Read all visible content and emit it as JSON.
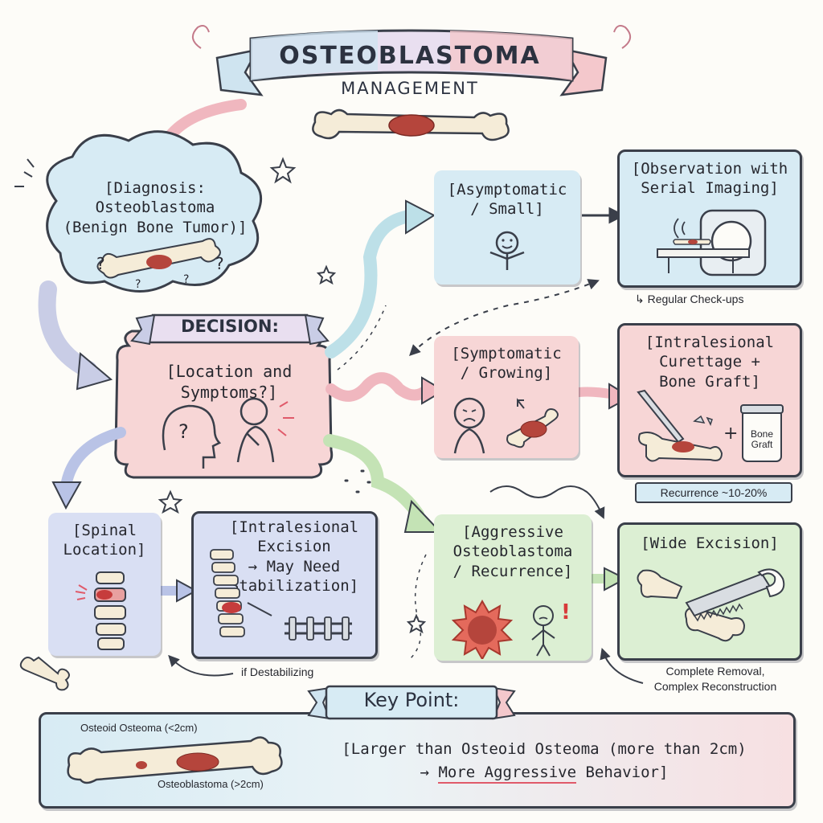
{
  "title": {
    "main": "OSTEOBLASTOMA",
    "sub": "MANAGEMENT"
  },
  "diagnosis": {
    "text": "[Diagnosis:\nOsteoblastoma\n(Benign Bone Tumor)]"
  },
  "decision": {
    "label": "DECISION:",
    "text": "[Location and\nSymptoms?]"
  },
  "asymptomatic": {
    "text": "[Asymptomatic\n/ Small]"
  },
  "observation": {
    "text": "[Observation with\nSerial Imaging]",
    "note": "Regular Check-ups"
  },
  "symptomatic": {
    "text": "[Symptomatic\n/ Growing]"
  },
  "curettage": {
    "text": "[Intralesional\nCurettage +\nBone Graft]",
    "jar_label_1": "Bone",
    "jar_label_2": "Graft",
    "recurrence": "Recurrence ~10-20%"
  },
  "spinal": {
    "text": "[Spinal\nLocation]"
  },
  "excision": {
    "text": "[Intralesional\nExcision\n→ May Need\nStabilization]",
    "note": "if Destabilizing"
  },
  "aggressive": {
    "text": "[Aggressive\nOsteoblastoma\n/ Recurrence]"
  },
  "wide_excision": {
    "text": "[Wide Excision]",
    "note_1": "Complete Removal,",
    "note_2": "Complex Reconstruction"
  },
  "key_point": {
    "label": "Key Point:",
    "osteoid_label": "Osteoid Osteoma (<2cm)",
    "osteoblastoma_label": "Osteoblastoma (>2cm)",
    "line_1": "[Larger than Osteoid Osteoma (more than 2cm)",
    "line_2_prefix": "→ ",
    "line_2_emph": "More Aggressive",
    "line_2_suffix": " Behavior]"
  },
  "colors": {
    "blue": "#d7ebf4",
    "pink": "#f7d6d6",
    "green": "#dcefd3",
    "lavender": "#d9dff3",
    "outline": "#3a3f4a",
    "tumor": "#b5453c"
  },
  "icons": [
    "bone-icon",
    "question-icon",
    "smiley-icon",
    "mri-scanner-icon",
    "sad-face-icon",
    "scalpel-icon",
    "bone-graft-jar-icon",
    "spine-icon",
    "rod-screw-icon",
    "tumor-burst-icon",
    "saw-icon",
    "star-icon"
  ]
}
